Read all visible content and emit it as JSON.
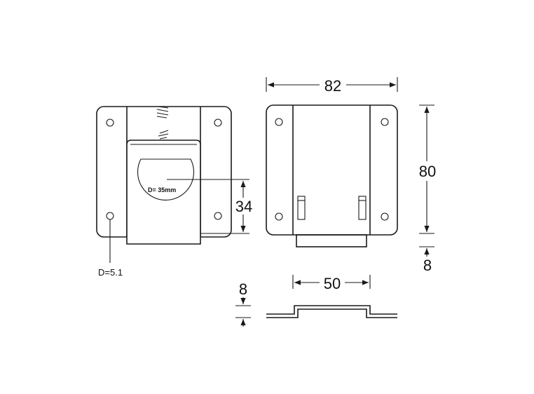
{
  "dimensions": {
    "width_82": "82",
    "height_80": "80",
    "offset_8_right": "8",
    "width_50": "50",
    "height_8_side": "8",
    "height_34": "34"
  },
  "annotations": {
    "tube_diameter": "D= 35mm",
    "hole_diameter": "D=5.1"
  },
  "colors": {
    "line": "#1a1a1a",
    "background": "#ffffff"
  }
}
